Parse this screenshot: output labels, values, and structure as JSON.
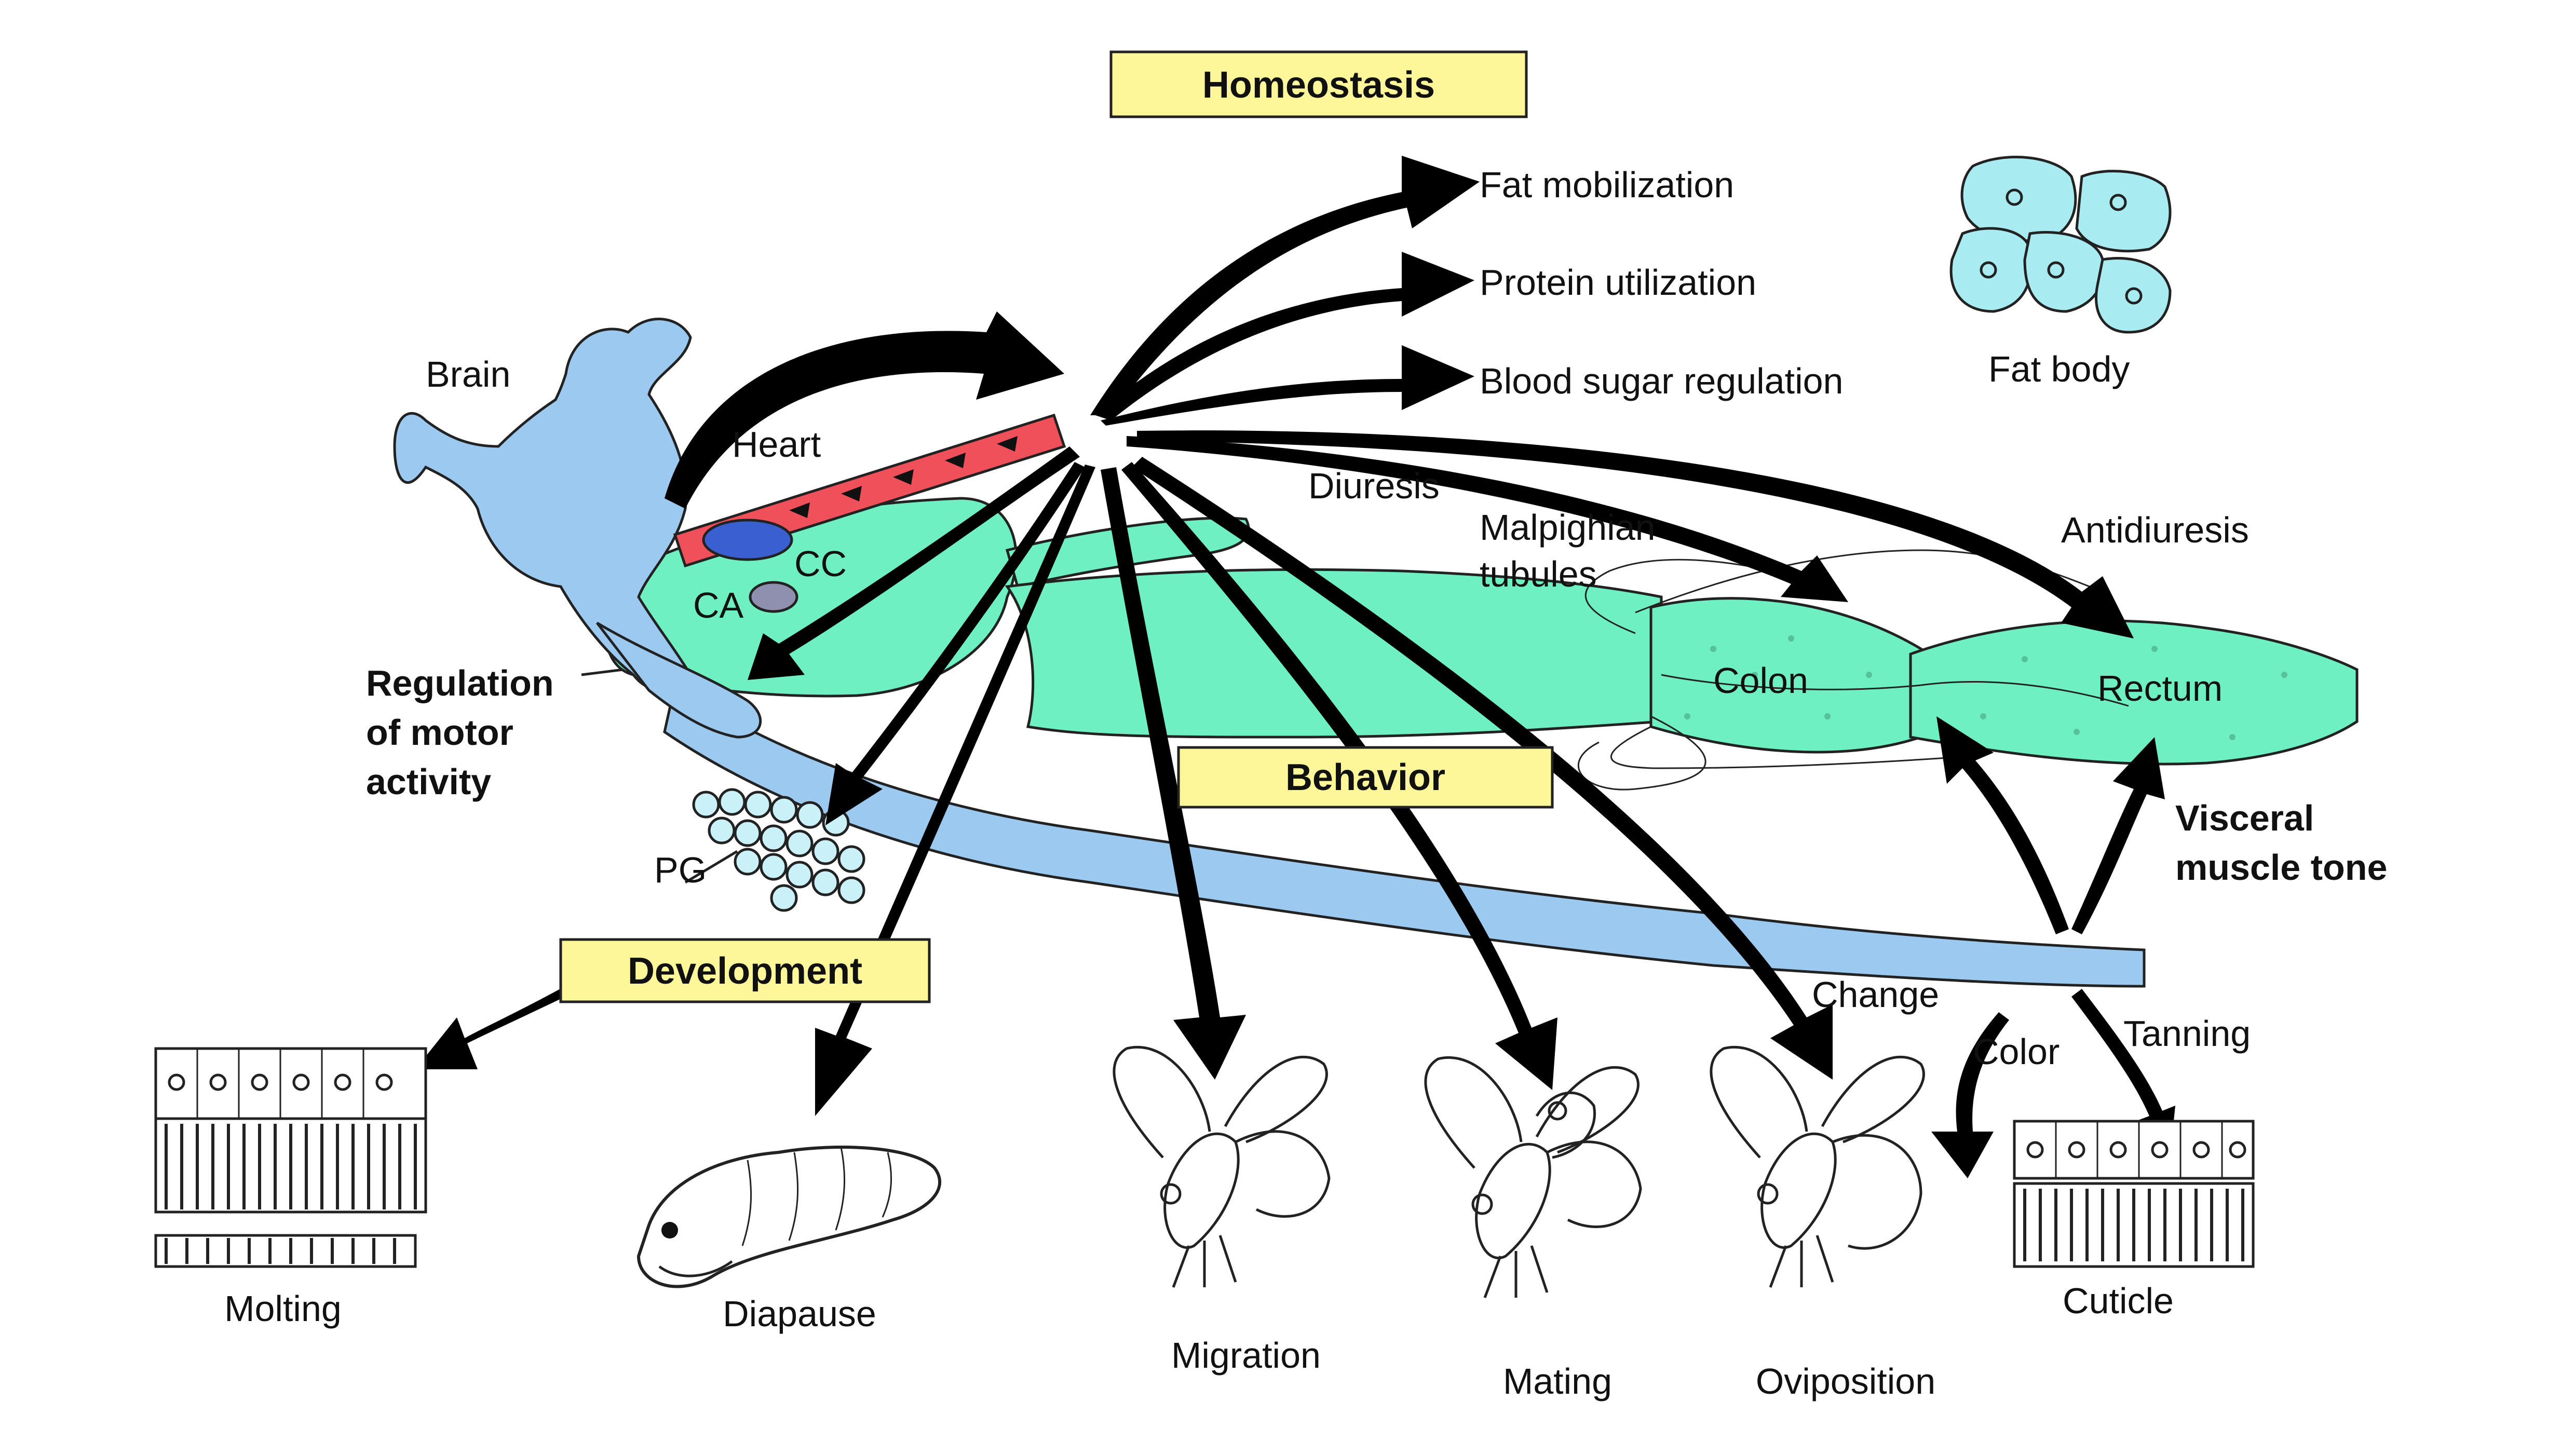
{
  "boxes": {
    "homeostasis": "Homeostasis",
    "behavior": "Behavior",
    "development": "Development"
  },
  "labels": {
    "fat_mobilization": "Fat mobilization",
    "protein_utilization": "Protein utilization",
    "blood_sugar_regulation": "Blood sugar regulation",
    "fat_body": "Fat body",
    "brain": "Brain",
    "heart": "Heart",
    "cc": "CC",
    "ca": "CA",
    "diuresis": "Diuresis",
    "malpighian": "Malpighian",
    "tubules": "tubules",
    "antidiuresis": "Antidiuresis",
    "colon": "Colon",
    "rectum": "Rectum",
    "regulation_line1": "Regulation",
    "regulation_line2": "of motor",
    "regulation_line3": "activity",
    "pg": "PG",
    "visceral_line1": "Visceral",
    "visceral_line2": "muscle tone",
    "change": "Change",
    "color": "Color",
    "tanning": "Tanning",
    "molting": "Molting",
    "diapause": "Diapause",
    "migration": "Migration",
    "mating": "Mating",
    "oviposition": "Oviposition",
    "cuticle": "Cuticle"
  },
  "colors": {
    "box_fill": "#fdf79a",
    "nerve_blue": "#9cc9ef",
    "gut_green": "#6ff0c2",
    "heart_red": "#f0505a",
    "ca_blue": "#3a5fd0",
    "cc_gray": "#8f8fb0",
    "fat_body_cyan": "#a8ecf2"
  }
}
